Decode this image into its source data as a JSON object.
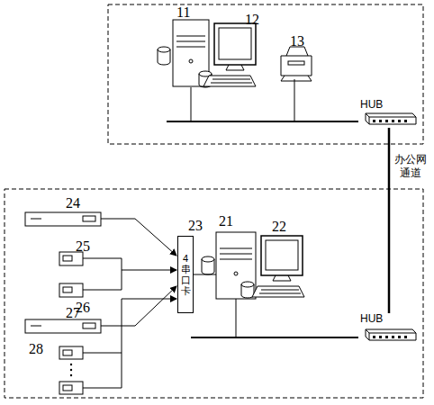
{
  "diagram": {
    "nodes": [
      {
        "text": [
          "HUB"
        ]
      },
      {
        "text": [
          "HUB"
        ]
      },
      {
        "text": [
          "4串口卡"
        ]
      }
    ],
    "edges": [
      {
        "from": 0,
        "to": 1,
        "label": "办公网 通道",
        "arrow": "none"
      }
    ],
    "labels": [
      "11",
      "12",
      "13",
      "21",
      "22",
      "23",
      "24",
      "25",
      "26",
      "27",
      "28"
    ]
  }
}
